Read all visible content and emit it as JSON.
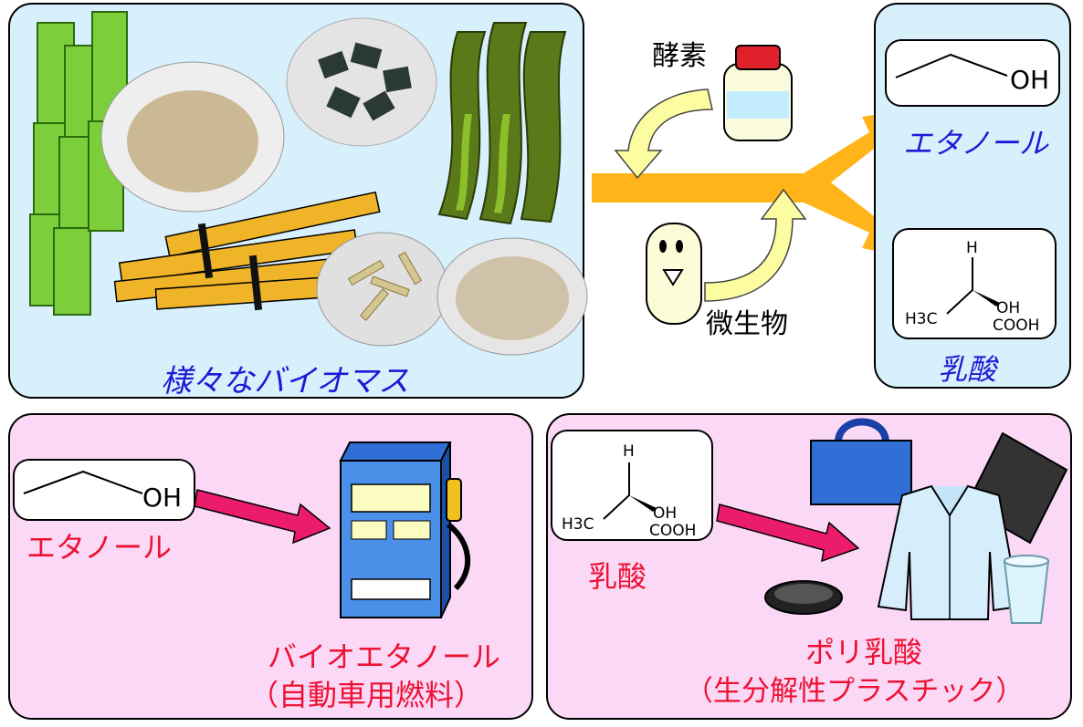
{
  "top_left_panel": {
    "caption": "様々なバイオマス"
  },
  "process": {
    "enzyme_label": "酵素",
    "microbe_label": "微生物"
  },
  "products_panel": {
    "ethanol": {
      "formula_oh": "OH",
      "label": "エタノール"
    },
    "lactic_acid": {
      "h": "H",
      "h3c": "H3C",
      "oh": "OH",
      "cooh": "COOH",
      "label": "乳酸"
    }
  },
  "bottom_left_panel": {
    "formula_oh": "OH",
    "source_label": "エタノール",
    "product_label": "バイオエタノール",
    "product_sub": "（自動車用燃料）"
  },
  "bottom_right_panel": {
    "h": "H",
    "h3c": "H3C",
    "oh": "OH",
    "cooh": "COOH",
    "source_label": "乳酸",
    "product_label": "ポリ乳酸",
    "product_sub": "（生分解性プラスチック）"
  },
  "colors": {
    "light_blue_panel": "#d8f0fb",
    "pink_panel": "#fbd9f6",
    "flow_arrow": "#ffb51a",
    "pink_arrow": "#ea1c6b",
    "blue_text": "#1a1ad8",
    "red_text": "#ee1133"
  }
}
